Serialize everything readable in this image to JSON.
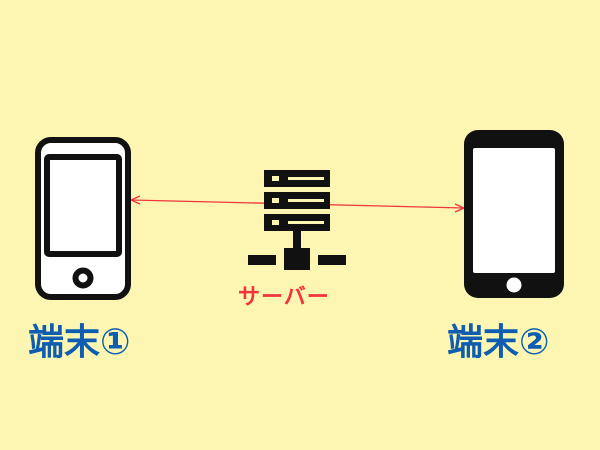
{
  "diagram": {
    "nodes": {
      "device_1": {
        "label": "端末①",
        "icon": "smartphone-icon"
      },
      "server": {
        "label": "サーバー",
        "icon": "server-icon"
      },
      "device_2": {
        "label": "端末②",
        "icon": "smartphone-icon"
      }
    },
    "connection": {
      "from": "device_1",
      "via": "server",
      "to": "device_2",
      "bidirectional": true
    }
  },
  "colors": {
    "background": "#fdf6b3",
    "device_label": "#0f5db0",
    "server_label": "#f0363c",
    "connector_line": "#f0363c",
    "icon": "#111111"
  }
}
